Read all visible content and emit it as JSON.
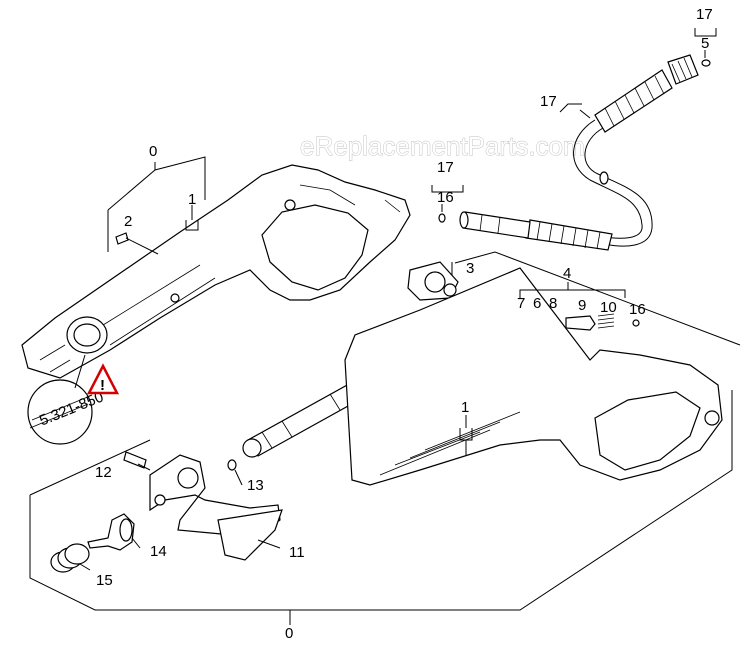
{
  "watermark": "eReplacementParts.com",
  "callouts": {
    "c0_top": "0",
    "c0_bottom": "0",
    "c1_top": "1",
    "c1_right": "1",
    "c2": "2",
    "c3": "3",
    "c4": "4",
    "c5": "5",
    "c6": "6",
    "c7": "7",
    "c8": "8",
    "c9": "9",
    "c10": "10",
    "c11": "11",
    "c12": "12",
    "c13": "13",
    "c14": "14",
    "c15": "15",
    "c16_a": "16",
    "c16_b": "16",
    "c17_a": "17",
    "c17_b": "17",
    "c17_c": "17"
  },
  "inset_label": "5.321-850",
  "warning_symbol": "!",
  "icons": {
    "warning": "warning-triangle-icon"
  },
  "colors": {
    "warning_red": "#d40000",
    "watermark_stroke": "#bdbdbd",
    "line": "#000000"
  }
}
